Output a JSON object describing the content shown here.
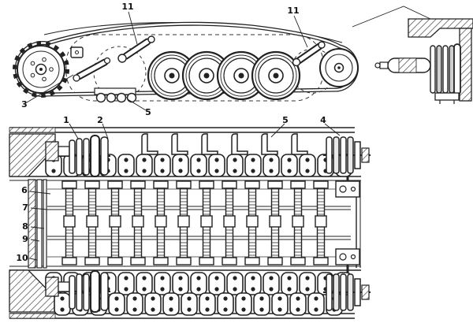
{
  "figure": {
    "kind": "technical line drawing",
    "subject": "tracked vehicle running gear: side elevation, plan view, mount detail"
  },
  "colors": {
    "line": "#1c1c1c",
    "background": "#ffffff"
  },
  "callouts": {
    "side_view": {
      "c11_left": "11",
      "c11_right": "11",
      "c3": "3",
      "c5": "5"
    },
    "plan_view": {
      "c1": "1",
      "c2": "2",
      "c5": "5",
      "c4": "4",
      "c6": "6",
      "c7": "7",
      "c8": "8",
      "c9": "9",
      "c10": "10"
    }
  }
}
